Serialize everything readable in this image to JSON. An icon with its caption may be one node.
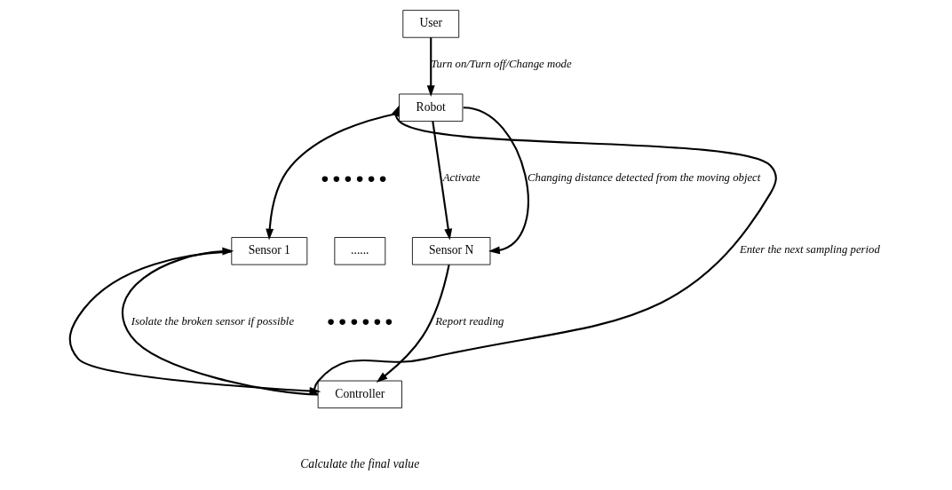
{
  "diagram": {
    "nodes": [
      {
        "text": [
          "User"
        ]
      },
      {
        "text": [
          "Robot"
        ]
      },
      {
        "text": [
          "Sensor 1"
        ]
      },
      {
        "text": [
          "......"
        ]
      },
      {
        "text": [
          "Sensor N"
        ]
      },
      {
        "text": [
          "Controller"
        ]
      }
    ],
    "edges": [
      {
        "from": 0,
        "to": 1,
        "arrow": "to",
        "label": "Turn on/Turn off/Change mode"
      },
      {
        "from": 1,
        "to": 2,
        "arrow": "to"
      },
      {
        "from": 1,
        "to": 4,
        "arrow": "to",
        "label": "Activate"
      },
      {
        "from": 1,
        "to": 4,
        "arrow": "to",
        "label": "Changing distance detected from the moving object"
      },
      {
        "from": 2,
        "to": 5,
        "arrow": "to"
      },
      {
        "from": 4,
        "to": 5,
        "arrow": "to",
        "label": "Report reading"
      },
      {
        "from": 5,
        "to": 2,
        "arrow": "to",
        "label": "Isolate the broken sensor if possible"
      },
      {
        "from": 5,
        "to": 1,
        "arrow": "to",
        "label": "Enter the next sampling period"
      }
    ],
    "labels": [
      "● ● ● ● ● ●",
      "● ● ● ● ● ●",
      "Calculate the final value"
    ]
  }
}
